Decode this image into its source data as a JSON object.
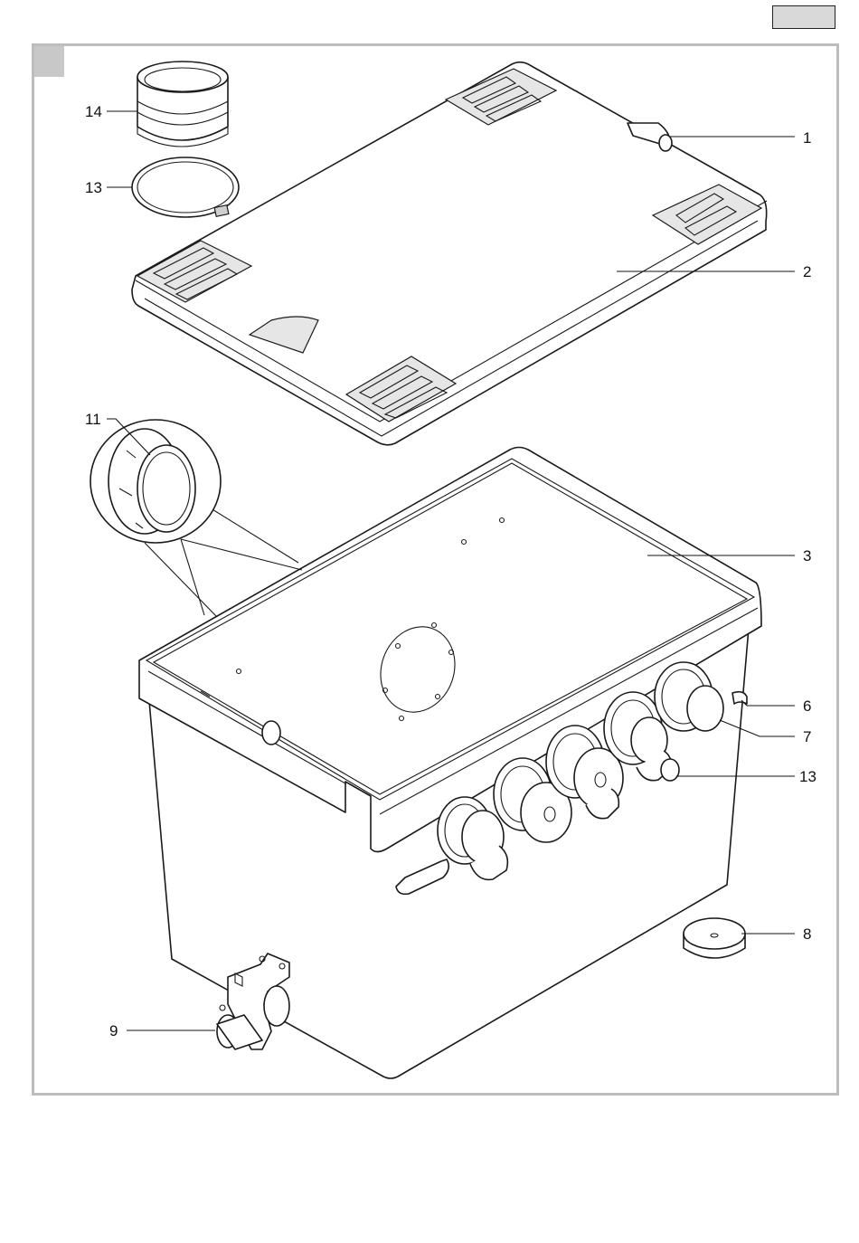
{
  "figure": {
    "header_box_color": "#d9d9d9",
    "frame_color": "#bdbdbd",
    "callouts": [
      {
        "id": "c1",
        "label": "1"
      },
      {
        "id": "c2",
        "label": "2"
      },
      {
        "id": "c3",
        "label": "3"
      },
      {
        "id": "c6",
        "label": "6"
      },
      {
        "id": "c7",
        "label": "7"
      },
      {
        "id": "c13r",
        "label": "13"
      },
      {
        "id": "c8",
        "label": "8"
      },
      {
        "id": "c9",
        "label": "9"
      },
      {
        "id": "c11",
        "label": "11"
      },
      {
        "id": "c14",
        "label": "14"
      },
      {
        "id": "c13l",
        "label": "13"
      }
    ]
  }
}
